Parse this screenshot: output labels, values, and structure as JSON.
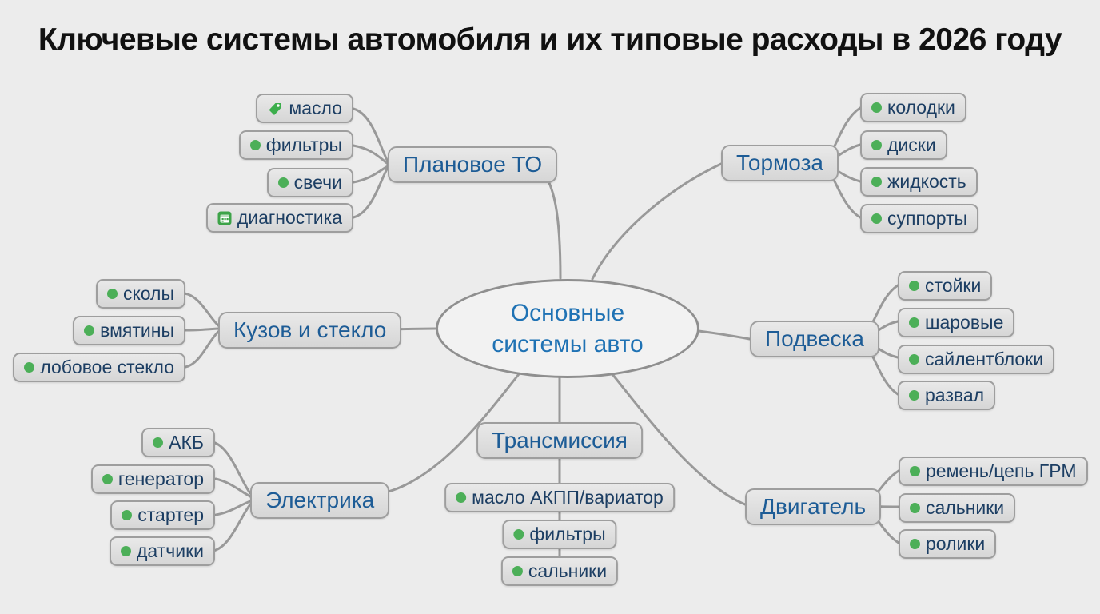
{
  "title": "Ключевые системы автомобиля и их типовые расходы в 2026 году",
  "center": {
    "label": "Основные системы авто"
  },
  "branches": {
    "planovoe_to": {
      "label": "Плановое ТО",
      "children": {
        "maslo": "масло",
        "filtry": "фильтры",
        "svechi": "свечи",
        "diagnostika": "диагностика"
      }
    },
    "tormoza": {
      "label": "Тормоза",
      "children": {
        "kolodki": "колодки",
        "diski": "диски",
        "zhidkost": "жидкость",
        "supporty": "суппорты"
      }
    },
    "kuzov": {
      "label": "Кузов и стекло",
      "children": {
        "skoly": "сколы",
        "vmyatiny": "вмятины",
        "lobovoe": "лобовое стекло"
      }
    },
    "podveska": {
      "label": "Подвеска",
      "children": {
        "stoyki": "стойки",
        "sharovye": "шаровые",
        "saylentbloki": "сайлентблоки",
        "razval": "развал"
      }
    },
    "elektrika": {
      "label": "Электрика",
      "children": {
        "akb": "АКБ",
        "generator": "генератор",
        "starter": "стартер",
        "datchiki": "датчики"
      }
    },
    "transmissiya": {
      "label": "Трансмиссия",
      "children": {
        "maslo_akpp": "масло АКПП/вариатор",
        "filtry": "фильтры",
        "salniki": "сальники"
      }
    },
    "dvigatel": {
      "label": "Двигатель",
      "children": {
        "remen": "ремень/цепь ГРМ",
        "salniki": "сальники",
        "roliki": "ролики"
      }
    }
  },
  "icons": {
    "default_bullet": "green-dot",
    "maslo": "green-tag-icon",
    "diagnostika": "green-calendar-icon"
  },
  "colors": {
    "background": "#ececec",
    "node_border": "#9e9e9e",
    "connector": "#999999",
    "branch_text": "#1d5c96",
    "child_text": "#1c3e63",
    "center_text": "#1f72b4",
    "bullet_green": "#4caf58",
    "title_text": "#111111"
  }
}
